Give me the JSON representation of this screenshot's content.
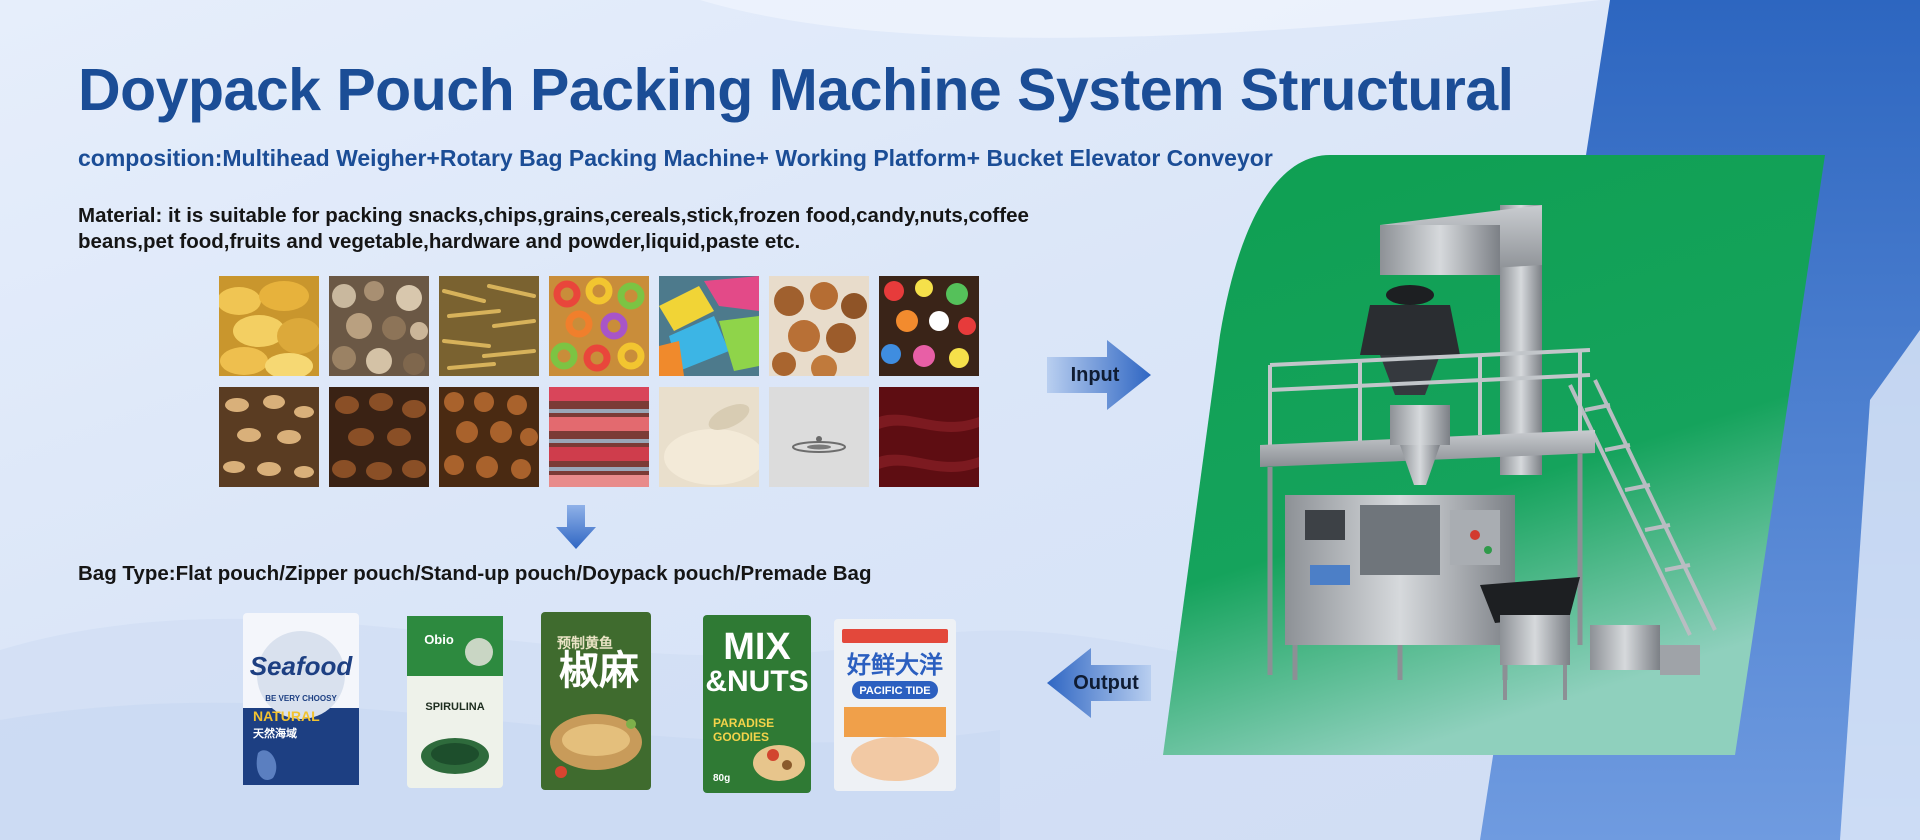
{
  "header": {
    "title": "Doypack Pouch Packing Machine System Structural",
    "subtitle": "composition:Multihead Weigher+Rotary Bag Packing Machine+ Working Platform+ Bucket Elevator Conveyor"
  },
  "material": {
    "text": "Material: it is suitable for packing snacks,chips,grains,cereals,stick,frozen food,candy,nuts,coffee beans,pet food,fruits and vegetable,hardware and powder,liquid,paste etc."
  },
  "bag_type": {
    "text": "Bag Type:Flat pouch/Zipper pouch/Stand-up pouch/Doypack pouch/Premade Bag"
  },
  "flow": {
    "input_label": "Input",
    "output_label": "Output"
  },
  "bags": {
    "seafood": {
      "brand": "Seafood",
      "tagline": "BE VERY CHOOSY",
      "natural": "NATURAL",
      "cn": "天然海域"
    },
    "spirulina": {
      "logo": "Obio",
      "name": "SPIRULINA"
    },
    "pepper_fish": {
      "big": "椒麻",
      "small": "预制黄鱼"
    },
    "mix_nuts": {
      "line1": "MIX",
      "line2": "&NUTS",
      "sub1": "PARADISE",
      "sub2": "GOODIES",
      "weight": "80g"
    },
    "pacific": {
      "cn": "好鲜大洋",
      "name": "PACIFIC TIDE"
    }
  },
  "colors": {
    "title_blue": "#1b4d96",
    "accent_blue": "#2f6cc4",
    "panel_green": "#10a154",
    "arrow_blue": "#3f78cf"
  }
}
